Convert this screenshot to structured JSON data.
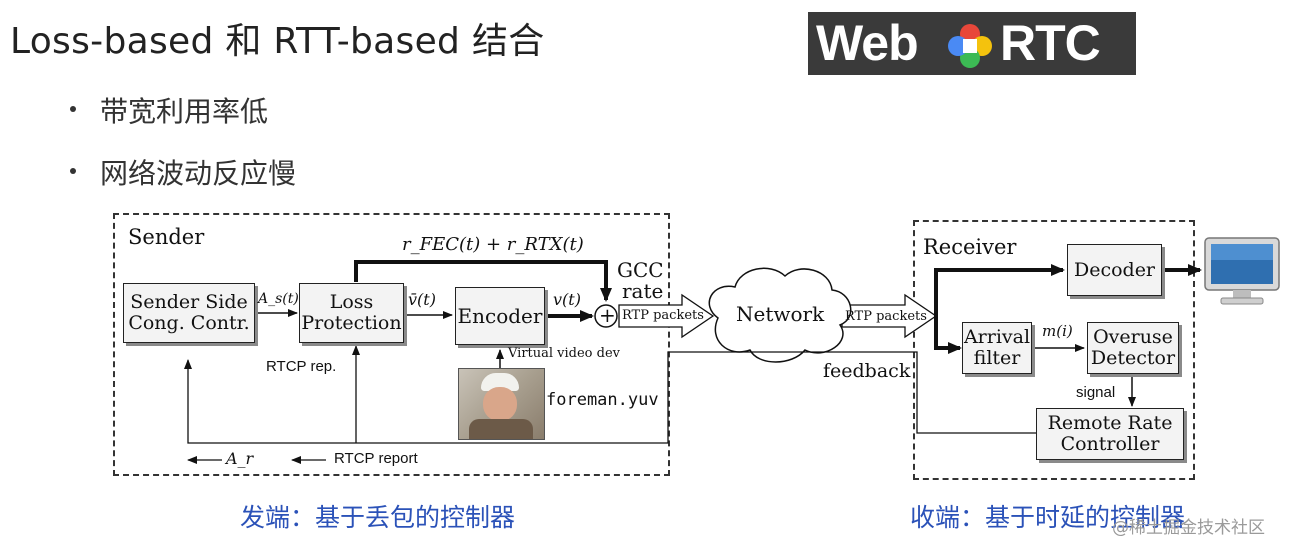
{
  "slide": {
    "title": "Loss-based 和 RTT-based 结合",
    "bullets": [
      "带宽利用率低",
      "网络波动反应慢"
    ],
    "logo": {
      "left": "Web",
      "right": "RTC"
    }
  },
  "diagram": {
    "sender_label": "Sender",
    "receiver_label": "Receiver",
    "boxes": {
      "sender_side": "Sender Side Cong. Contr.",
      "loss_protection": "Loss Protection",
      "encoder": "Encoder",
      "decoder": "Decoder",
      "arrival_filter": "Arrival filter",
      "overuse_detector": "Overuse Detector",
      "remote_rate": "Remote Rate Controller",
      "network": "Network"
    },
    "labels": {
      "fec_rtx": "r_FEC(t) + r_RTX(t)",
      "as_t": "A_s(t)",
      "v_bar": "v̄(t)",
      "v_t": "v(t)",
      "plus": "+",
      "gcc": "GCC",
      "rate": "rate",
      "rtp1": "RTP packets",
      "rtp2": "RTP packets",
      "virtual_dev": "Virtual video dev",
      "rtcp_rep": "RTCP rep.",
      "foreman": "foreman.yuv",
      "ar": "A_r",
      "rtcp_report": "RTCP report",
      "feedback": "feedback",
      "m_i": "m(i)",
      "signal": "signal"
    },
    "colors": {
      "box_fill": "#f3f3f3",
      "caption": "#2b52b8"
    }
  },
  "captions": {
    "sender": "发端：基于丢包的控制器",
    "receiver": "收端：基于时延的控制器",
    "watermark": "@稀土掘金技术社区"
  }
}
